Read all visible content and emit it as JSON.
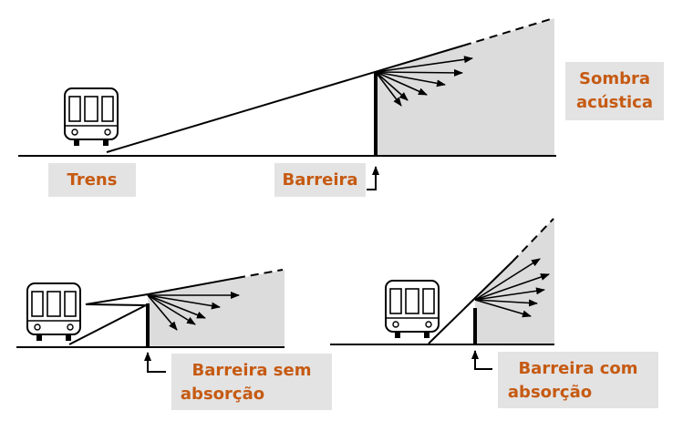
{
  "labels": {
    "shadow_line1": "Sombra",
    "shadow_line2": "acústica",
    "trains": "Trens",
    "barrier": "Barreira",
    "barrier_no_abs_line1": "Barreira sem",
    "barrier_no_abs_line2": "absorção",
    "barrier_abs_line1": "Barreira com",
    "barrier_abs_line2": "absorção"
  },
  "colors": {
    "label_text": "#c65a12",
    "label_box": "#e3e3e3",
    "shadow_fill": "#dcdcdc",
    "lines": "#000000"
  },
  "icons": [
    "train-icon",
    "barrier-icon",
    "arrow-up-icon",
    "sound-ray-arrow"
  ]
}
